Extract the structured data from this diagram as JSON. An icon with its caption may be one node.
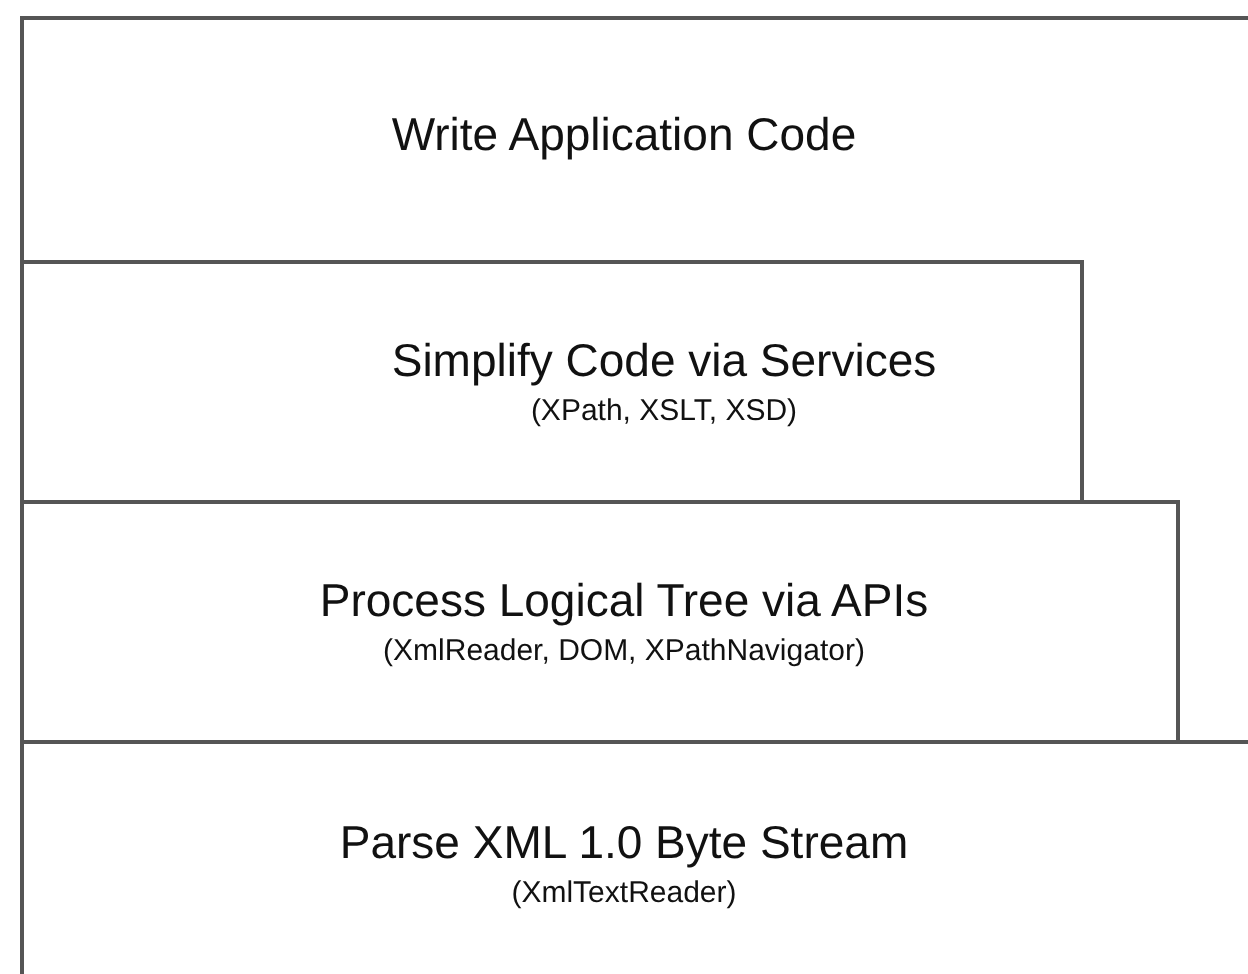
{
  "diagram": {
    "nodes": [
      {
        "text": [
          "Write Application Code"
        ]
      },
      {
        "text": [
          "Simplify Code via Services",
          "(XPath, XSLT, XSD)"
        ]
      },
      {
        "text": [
          "Process Logical Tree via APIs",
          "(XmlReader, DOM, XPathNavigator)"
        ]
      },
      {
        "text": [
          "Parse XML 1.0 Byte Stream",
          "(XmlTextReader)"
        ]
      }
    ]
  }
}
